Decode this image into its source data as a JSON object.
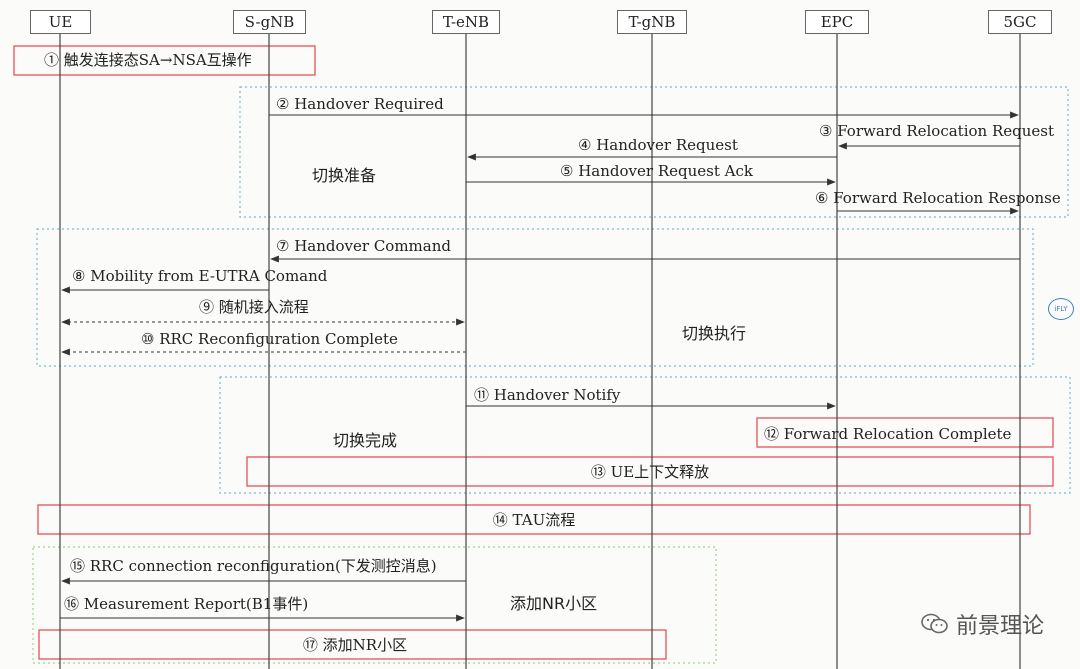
{
  "nodes": {
    "ue": "UE",
    "sgnb": "S-gNB",
    "tenb": "T-eNB",
    "tgnb": "T-gNB",
    "epc": "EPC",
    "fivegc": "5GC"
  },
  "steps": {
    "s1": "① 触发连接态SA→NSA互操作",
    "s2": "② Handover Required",
    "s3": "③ Forward Relocation Request",
    "s4": "④ Handover Request",
    "s5": "⑤ Handover Request Ack",
    "s6": "⑥ Forward Relocation Response",
    "s7": "⑦ Handover Command",
    "s8": "⑧ Mobility from E-UTRA Comand",
    "s9": "⑨ 随机接入流程",
    "s10": "⑩ RRC Reconfiguration Complete",
    "s11": "⑪ Handover Notify",
    "s12": "⑫ Forward Relocation Complete",
    "s13": "⑬ UE上下文释放",
    "s14": "⑭ TAU流程",
    "s15": "⑮ RRC connection reconfiguration(下发测控消息)",
    "s16": "⑯ Measurement Report(B1事件)",
    "s17": "⑰ 添加NR小区"
  },
  "phases": {
    "prep": "切换准备",
    "exec": "切换执行",
    "complete": "切换完成",
    "add_nr": "添加NR小区"
  },
  "watermark": {
    "icon": "wechat-icon",
    "text": "前景理论"
  },
  "logo_text": "iFLY",
  "colors": {
    "red_box": "#e0545c",
    "dotted_box": "#7fb6cf",
    "green_dotted": "#a7cf8f",
    "line": "#333333"
  }
}
